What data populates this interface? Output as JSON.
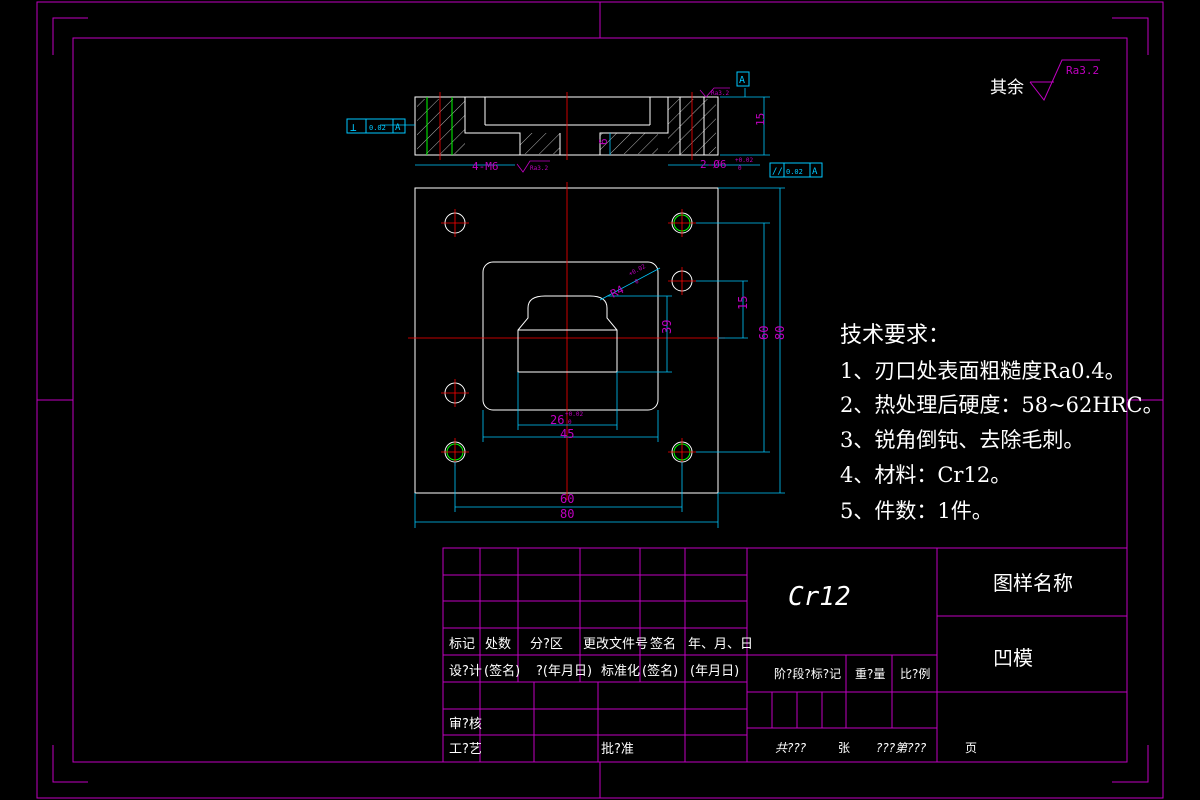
{
  "drawing": {
    "finish_mark": {
      "prefix": "其余",
      "roughness": "Ra3.2"
    },
    "section_view": {
      "thread_label": "4-M6",
      "hole_label": "2-Ø6",
      "hole_tol": "+0.02",
      "hole_tol2": "0",
      "depth_dim": "6",
      "height_dim": "15",
      "roughness_top": "Ra3.2",
      "roughness_bottom": "Ra3.2",
      "datum": "A",
      "perp_symbol": "⊥",
      "perp_tol": "0.02",
      "perp_datum": "A",
      "par_symbol": "//",
      "par_tol": "0.02",
      "par_datum": "A"
    },
    "plan_view": {
      "radius_label": "R4",
      "radius_tol": "+0.02",
      "radius_tol2": "0",
      "dim_39": "39",
      "dim_15": "15",
      "dim_60v": "60",
      "dim_80v": "80",
      "dim_26": "26",
      "dim_26_tol": "+0.02",
      "dim_26_tol2": "0",
      "dim_45": "45",
      "dim_60h": "60",
      "dim_80h": "80"
    },
    "tech_req": {
      "title": "技术要求：",
      "items": [
        "1、刃口处表面粗糙度Ra0.4。",
        "2、热处理后硬度：58~62HRC。",
        "3、锐角倒钝、去除毛刺。",
        "4、材料：Cr12。",
        "5、件数：1件。"
      ]
    }
  },
  "title_block": {
    "material": "Cr12",
    "drawing_name_label": "图样名称",
    "part_name": "凹模",
    "rev_headers": [
      "标记",
      "处数",
      "分?区",
      "更改文件号",
      "签名",
      "年、月、日"
    ],
    "design_row": [
      "设?计",
      "(签名)",
      "?(年月日)",
      "标准化",
      "(签名)",
      "(年月日)"
    ],
    "review": "审?核",
    "process": "工?艺",
    "approve": "批?准",
    "stage_labels": [
      "阶?段?标?记",
      "重?量",
      "比?例"
    ],
    "sheet_row": [
      "共???",
      "张",
      "???第???",
      "页"
    ]
  }
}
